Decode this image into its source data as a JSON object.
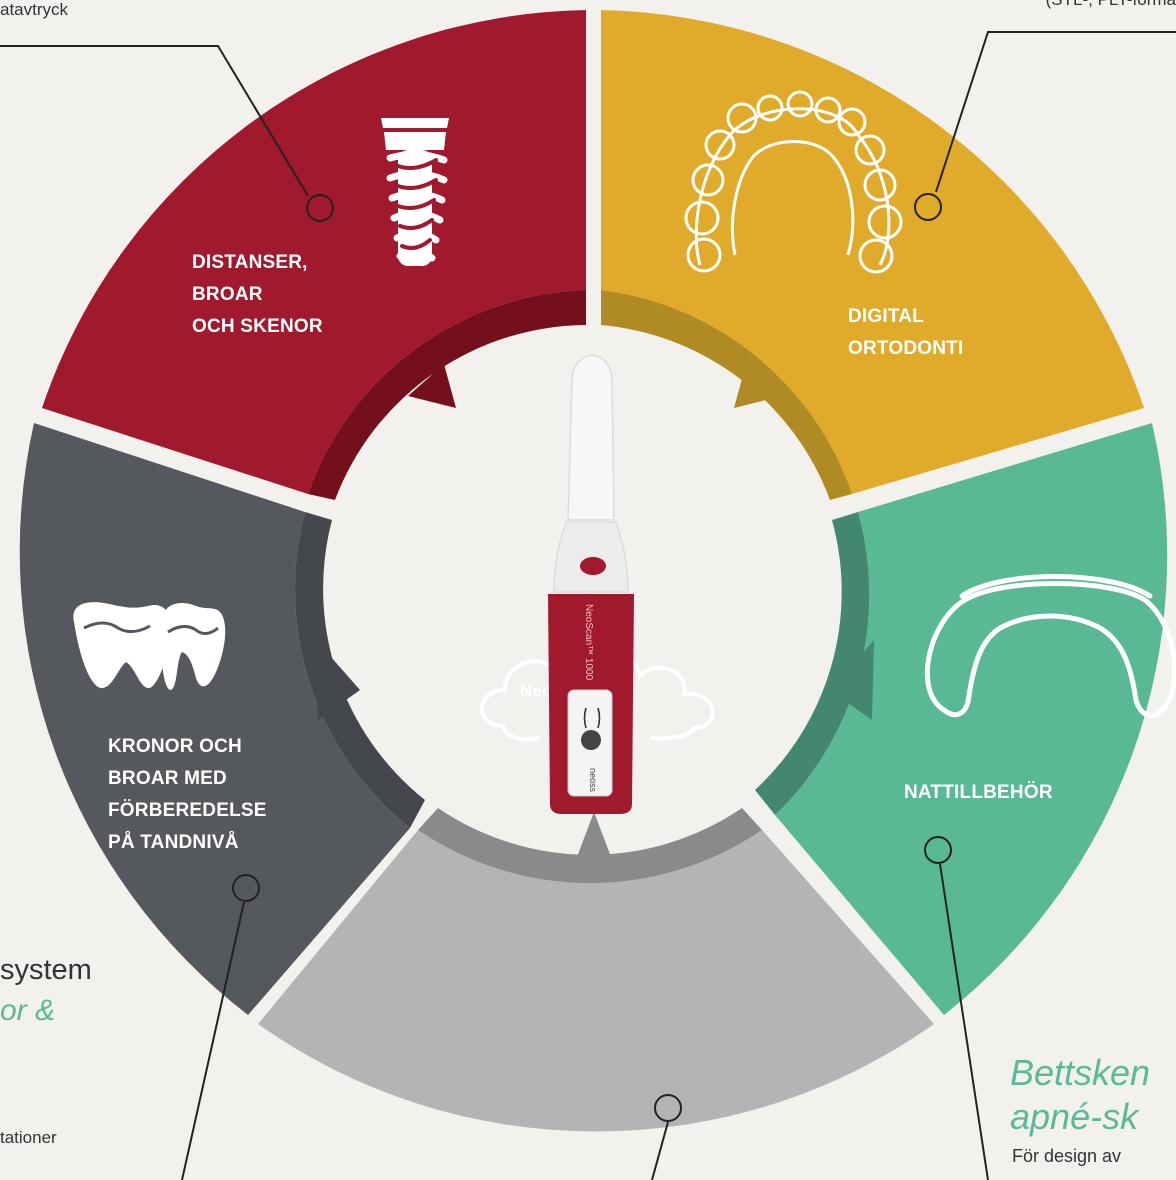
{
  "segments": {
    "abutments": {
      "label_lines": [
        "DISTANSER,",
        "BROAR",
        "OCH SKENOR"
      ],
      "color": "#a0192d",
      "inner_color": "#73101c"
    },
    "ortho": {
      "label_lines": [
        "DIGITAL",
        "ORTODONTI"
      ],
      "color": "#e0ab2a",
      "inner_color": "#b08a22"
    },
    "night": {
      "label": "NATTILLBEHÖR",
      "color": "#5ab995",
      "inner_color": "#44876f"
    },
    "cloud": {
      "label": "NeoConnect",
      "tm": "™",
      "color": "#b4b4b4",
      "inner_color": "#8a8a8a"
    },
    "crowns": {
      "label_lines": [
        "KRONOR OCH",
        "BROAR MED",
        "FÖRBEREDELSE",
        "PÅ TANDNIVÅ"
      ],
      "color": "#55585d",
      "inner_color": "#44474b"
    }
  },
  "scanner": {
    "brand": "neoss",
    "model": "NeoScan™ 1000",
    "body_color": "#a0192d"
  },
  "edge_text": {
    "top_left": "atavtryck",
    "top_right": "(STL-, PLY-forma",
    "left_system": "system",
    "left_italic": "or &",
    "left_small": "tationer",
    "right_italic_1": "Bettsken",
    "right_italic_2": "apné-sk",
    "right_small": "För design av"
  },
  "colors": {
    "background": "#f3f1ed",
    "text": "#333333",
    "accent_teal": "#5bb997"
  }
}
